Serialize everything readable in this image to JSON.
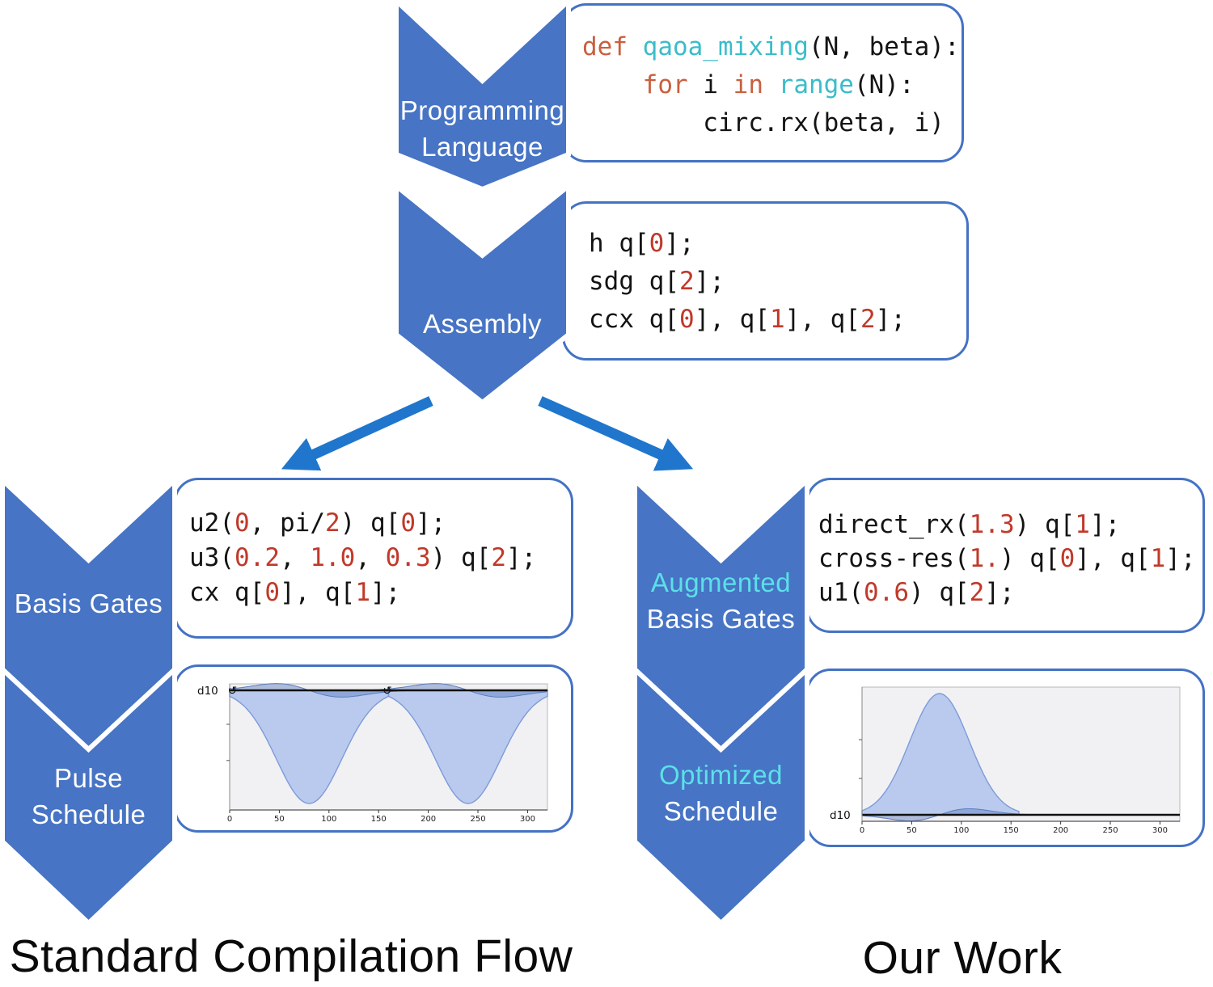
{
  "figure": {
    "captions": {
      "left": "Standard Compilation Flow",
      "right": "Our Work"
    },
    "steps": {
      "programming_language": {
        "line1": "Programming",
        "line2": "Language"
      },
      "assembly": {
        "line1": "Assembly"
      },
      "basis_gates": {
        "line1": "Basis Gates"
      },
      "pulse_schedule": {
        "line1": "Pulse",
        "line2": "Schedule"
      },
      "augmented_basis_gates": {
        "line1": "Augmented",
        "line2": "Basis Gates"
      },
      "optimized_schedule": {
        "line1": "Optimized",
        "line2": "Schedule"
      }
    }
  },
  "code_blocks": [
    {
      "language": "python",
      "lines": [
        [
          [
            "k",
            "def "
          ],
          [
            "f",
            "qaoa_mixing"
          ],
          [
            "p",
            "(N, beta):"
          ]
        ],
        [
          [
            "p",
            "    "
          ],
          [
            "k",
            "for"
          ],
          [
            "p",
            " i "
          ],
          [
            "k",
            "in"
          ],
          [
            "p",
            " "
          ],
          [
            "f",
            "range"
          ],
          [
            "p",
            "(N):"
          ]
        ],
        [
          [
            "p",
            "        circ.rx(beta, i)"
          ]
        ]
      ]
    },
    {
      "language": "openqasm",
      "lines": [
        [
          [
            "p",
            "h q["
          ],
          [
            "n",
            "0"
          ],
          [
            "p",
            "];"
          ]
        ],
        [
          [
            "p",
            "sdg q["
          ],
          [
            "n",
            "2"
          ],
          [
            "p",
            "];"
          ]
        ],
        [
          [
            "p",
            "ccx q["
          ],
          [
            "n",
            "0"
          ],
          [
            "p",
            "], q["
          ],
          [
            "n",
            "1"
          ],
          [
            "p",
            "], q["
          ],
          [
            "n",
            "2"
          ],
          [
            "p",
            "];"
          ]
        ]
      ]
    },
    {
      "language": "basis-gates",
      "lines": [
        [
          [
            "p",
            "u2("
          ],
          [
            "n",
            "0"
          ],
          [
            "p",
            ", pi/"
          ],
          [
            "n",
            "2"
          ],
          [
            "p",
            ") q["
          ],
          [
            "n",
            "0"
          ],
          [
            "p",
            "];"
          ]
        ],
        [
          [
            "p",
            "u3("
          ],
          [
            "n",
            "0.2"
          ],
          [
            "p",
            ", "
          ],
          [
            "n",
            "1.0"
          ],
          [
            "p",
            ", "
          ],
          [
            "n",
            "0.3"
          ],
          [
            "p",
            ") q["
          ],
          [
            "n",
            "2"
          ],
          [
            "p",
            "];"
          ]
        ],
        [
          [
            "p",
            "cx q["
          ],
          [
            "n",
            "0"
          ],
          [
            "p",
            "], q["
          ],
          [
            "n",
            "1"
          ],
          [
            "p",
            "];"
          ]
        ]
      ]
    },
    {
      "language": "augmented-basis-gates",
      "lines": [
        [
          [
            "p",
            "direct_rx("
          ],
          [
            "n",
            "1.3"
          ],
          [
            "p",
            ") q["
          ],
          [
            "n",
            "1"
          ],
          [
            "p",
            "];"
          ]
        ],
        [
          [
            "p",
            "cross-res("
          ],
          [
            "n",
            "1."
          ],
          [
            "p",
            ") q["
          ],
          [
            "n",
            "0"
          ],
          [
            "p",
            "], q["
          ],
          [
            "n",
            "1"
          ],
          [
            "p",
            "];"
          ]
        ],
        [
          [
            "p",
            "u1("
          ],
          [
            "n",
            "0.6"
          ],
          [
            "p",
            ") q["
          ],
          [
            "n",
            "2"
          ],
          [
            "p",
            "];"
          ]
        ]
      ]
    }
  ],
  "chart_data": [
    {
      "type": "area",
      "title": "Pulse Schedule",
      "channel": "d10",
      "baseline": "top",
      "grid": false,
      "x": {
        "min": 0,
        "max": 320,
        "ticks": [
          0,
          50,
          100,
          150,
          200,
          250,
          300
        ]
      },
      "pulses": [
        {
          "name": "gaussian-negative",
          "center": 80,
          "sigma": 33,
          "rel_amplitude": -1.0,
          "t_start": 0,
          "t_end": 160
        },
        {
          "name": "gaussian-negative",
          "center": 240,
          "sigma": 33,
          "rel_amplitude": -1.0,
          "t_start": 160,
          "t_end": 320
        }
      ],
      "drag_components": [
        {
          "center": 80,
          "sigma": 33,
          "rel_amplitude": -0.06
        },
        {
          "center": 240,
          "sigma": 33,
          "rel_amplitude": -0.06
        }
      ],
      "phase_shift_markers": [
        2,
        158
      ],
      "phase_marker_symbol": "↺"
    },
    {
      "type": "area",
      "title": "Optimized Schedule",
      "channel": "d10",
      "baseline": "bottom",
      "grid": false,
      "x": {
        "min": 0,
        "max": 320,
        "ticks": [
          0,
          50,
          100,
          150,
          200,
          250,
          300
        ]
      },
      "pulses": [
        {
          "name": "gaussian",
          "center": 78,
          "sigma": 30,
          "rel_amplitude": 1.0,
          "t_start": 0,
          "t_end": 158
        }
      ],
      "drag_components": [
        {
          "center": 78,
          "sigma": 30,
          "rel_amplitude": 0.05
        }
      ],
      "phase_shift_markers": [],
      "phase_marker_symbol": "↺"
    }
  ],
  "colors": {
    "chevron_blue": "#4774c4",
    "arrow_blue": "#1f76cc",
    "box_border": "#4472c4",
    "accent_cyan": "#5be0e8",
    "code_keyword": "#c8603e",
    "code_function": "#3bbcca",
    "code_number": "#c0392b",
    "code_plain": "#131313",
    "caption_text": "#0a0a0a",
    "pulse_fill": "#b9c8ee",
    "pulse_stroke": "#7e9bd8"
  }
}
